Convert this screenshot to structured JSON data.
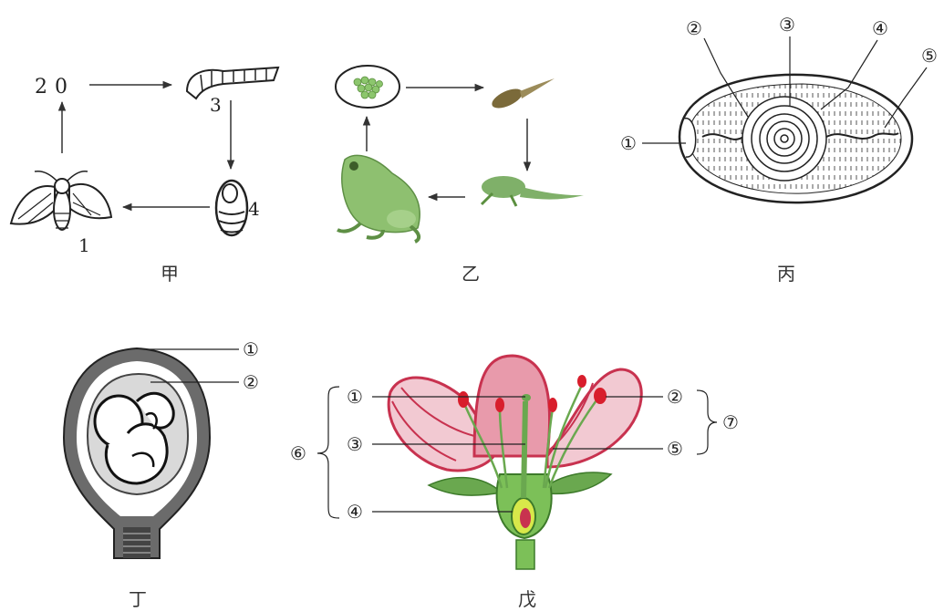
{
  "panel_jia": {
    "caption": "甲",
    "stage_labels": {
      "egg": "2",
      "egg_mark": "0",
      "larva": "3",
      "pupa": "4",
      "adult": "1"
    }
  },
  "panel_yi": {
    "caption": "乙"
  },
  "panel_bing": {
    "caption": "丙",
    "markers": [
      "①",
      "②",
      "③",
      "④",
      "⑤"
    ]
  },
  "panel_ding": {
    "caption": "丁",
    "markers": [
      "①",
      "②"
    ]
  },
  "panel_wu": {
    "caption": "戊",
    "markers": [
      "①",
      "②",
      "③",
      "④",
      "⑤",
      "⑥",
      "⑦"
    ]
  },
  "colors": {
    "petal": "#c8324f",
    "petal_light": "#f2c9d2",
    "leaf": "#6aa84f",
    "frog": "#7fb069",
    "egg_green": "#8cc66d",
    "uterus": "#555555"
  }
}
